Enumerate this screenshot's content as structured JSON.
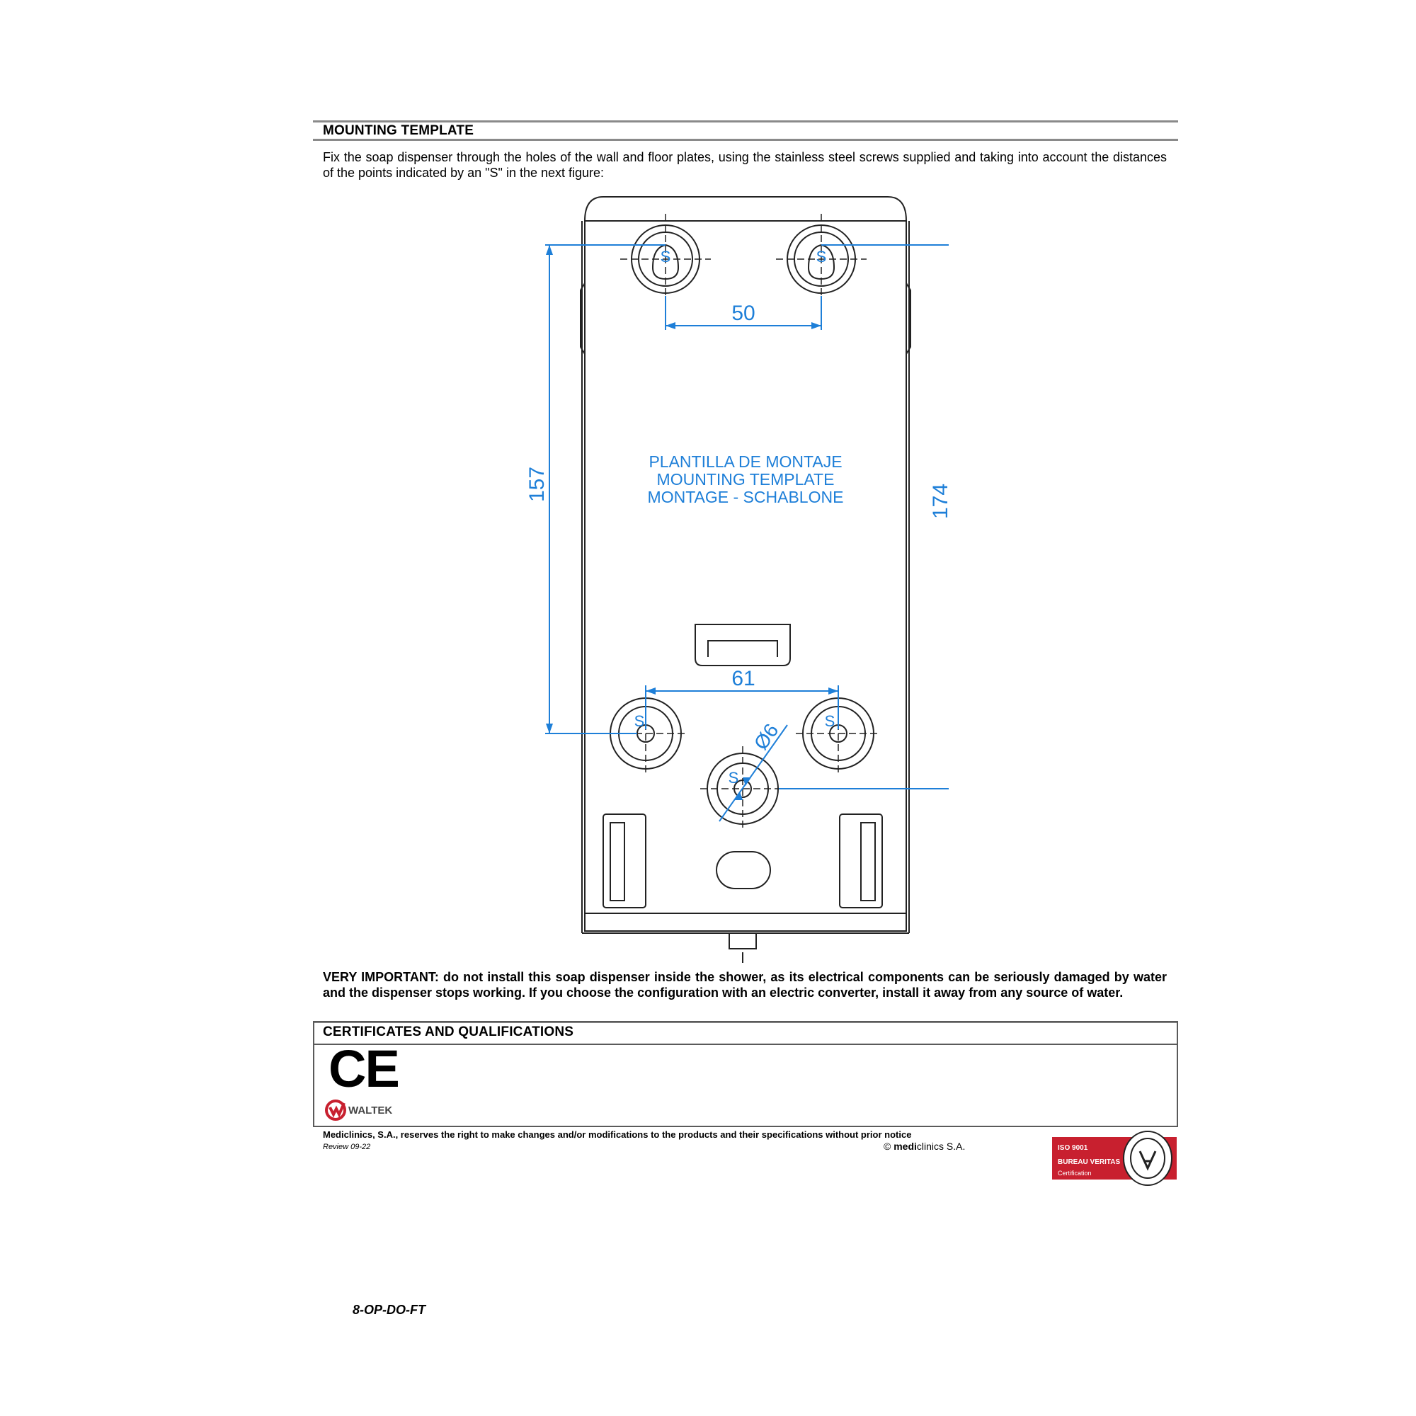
{
  "header": {
    "title": "MOUNTING TEMPLATE",
    "intro": "Fix the soap dispenser through the holes of the wall and floor plates, using the stainless steel screws supplied and taking into account the distances of the points indicated by an \"S\" in the next figure:"
  },
  "drawing": {
    "center_lines": [
      "PLANTILLA DE MONTAJE",
      "MOUNTING TEMPLATE",
      "MONTAGE - SCHABLONE"
    ],
    "dim_top": "50",
    "dim_bottom": "61",
    "dim_left": "157",
    "dim_right": "174",
    "dim_diameter": "Ø6",
    "point_label": "S",
    "line_color": "#000000",
    "dim_color": "#1e7fd8"
  },
  "warning": {
    "text": "VERY IMPORTANT: do not install this soap dispenser inside the shower, as its electrical components can be seriously damaged by water and the dispenser stops working. If you choose the configuration with an electric converter, install it away from any source of water."
  },
  "certificates": {
    "title": "CERTIFICATES AND QUALIFICATIONS",
    "ce_mark": "CE",
    "waltek": "WALTEK"
  },
  "footer": {
    "notice": "Mediclinics, S.A., reserves the right to make changes and/or modifications to the products and their specifications without prior notice",
    "review": "Review 09-22",
    "copyright_symbol": "©",
    "copyright_brand_bold": "medi",
    "copyright_brand_rest": "clinics S.A.",
    "bv_iso": "ISO 9001",
    "bv_name": "BUREAU VERITAS",
    "bv_cert": "Certification",
    "doc_code": "8-OP-DO-FT",
    "accent_red": "#c8202f"
  }
}
